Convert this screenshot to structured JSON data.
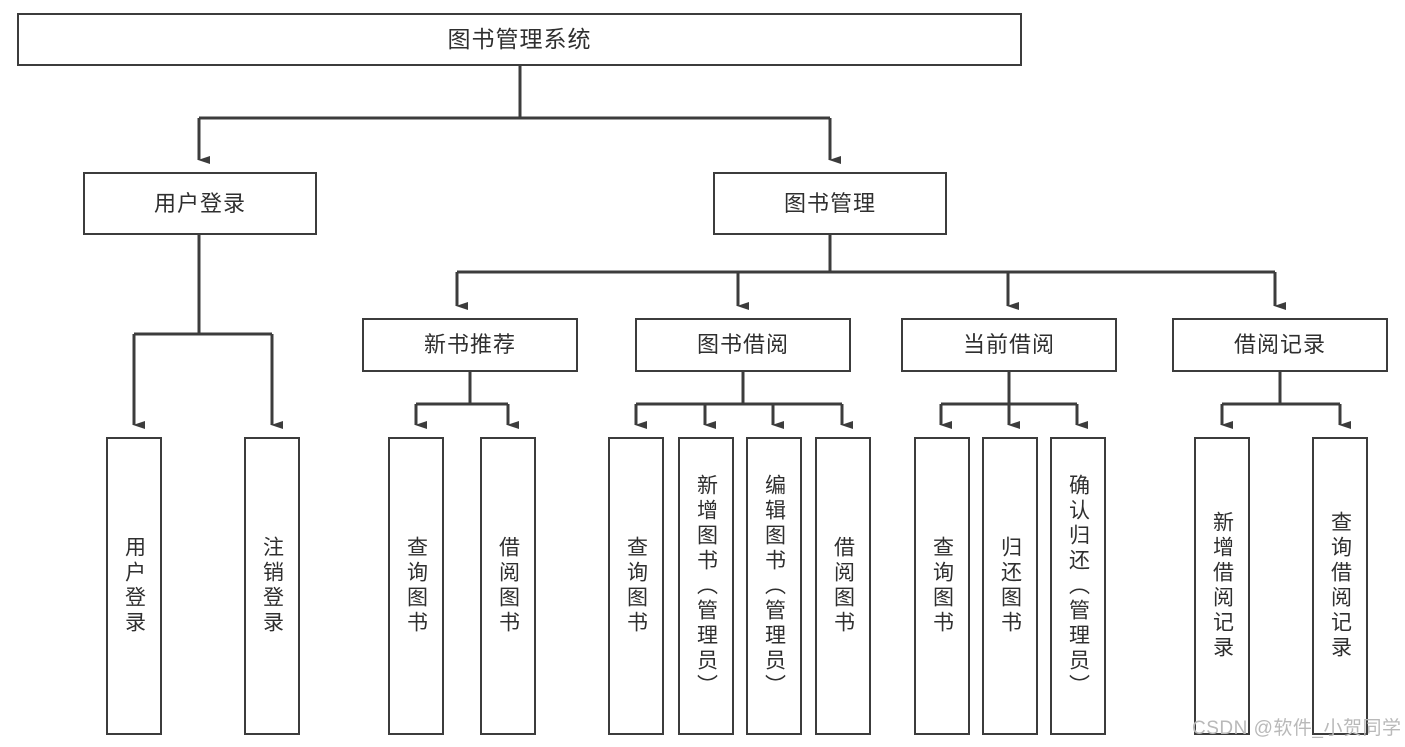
{
  "diagram": {
    "title": "图书管理系统",
    "type": "tree",
    "background_color": "#ffffff",
    "line_color": "#3c3c3c",
    "box_border_color": "#3c3c3c",
    "text_color": "#2f2f2f"
  },
  "nodes": {
    "root": {
      "label": "图书管理系统"
    },
    "level1": [
      {
        "id": "user-login",
        "label": "用户登录"
      },
      {
        "id": "book-management",
        "label": "图书管理"
      }
    ],
    "level2": [
      {
        "id": "new-book-recommend",
        "label": "新书推荐"
      },
      {
        "id": "book-borrow",
        "label": "图书借阅"
      },
      {
        "id": "current-borrow",
        "label": "当前借阅"
      },
      {
        "id": "borrow-record",
        "label": "借阅记录"
      }
    ],
    "leaves": [
      {
        "id": "leaf-user-login",
        "label": "用户登录",
        "parent": "user-login"
      },
      {
        "id": "leaf-logout",
        "label": "注销登录",
        "parent": "user-login"
      },
      {
        "id": "leaf-query-book-1",
        "label": "查询图书",
        "parent": "new-book-recommend"
      },
      {
        "id": "leaf-borrow-book-1",
        "label": "借阅图书",
        "parent": "new-book-recommend"
      },
      {
        "id": "leaf-query-book-2",
        "label": "查询图书",
        "parent": "book-borrow"
      },
      {
        "id": "leaf-add-book",
        "label": "新增图书（管理员）",
        "parent": "book-borrow"
      },
      {
        "id": "leaf-edit-book",
        "label": "编辑图书（管理员）",
        "parent": "book-borrow"
      },
      {
        "id": "leaf-borrow-book-2",
        "label": "借阅图书",
        "parent": "book-borrow"
      },
      {
        "id": "leaf-query-book-3",
        "label": "查询图书",
        "parent": "current-borrow"
      },
      {
        "id": "leaf-return-book",
        "label": "归还图书",
        "parent": "current-borrow"
      },
      {
        "id": "leaf-confirm-return",
        "label": "确认归还（管理员）",
        "parent": "current-borrow"
      },
      {
        "id": "leaf-add-record",
        "label": "新增借阅记录",
        "parent": "borrow-record"
      },
      {
        "id": "leaf-query-record",
        "label": "查询借阅记录",
        "parent": "borrow-record"
      }
    ]
  },
  "watermark": {
    "text": "CSDN @软件_小贺同学",
    "color": "#b9b9b9"
  }
}
